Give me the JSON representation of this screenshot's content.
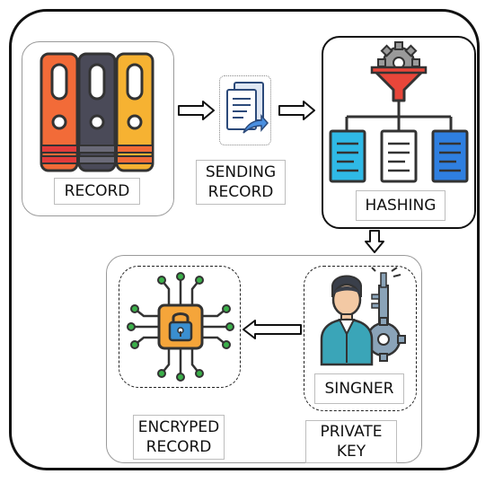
{
  "labels": {
    "record": "RECORD",
    "sending_record_line1": "SENDING",
    "sending_record_line2": "RECORD",
    "hashing": "HASHING",
    "singner": "SINGNER",
    "private_key_line1": "PRIVATE",
    "private_key_line2": "KEY",
    "encrypted_record_line1": "ENCRYPED",
    "encrypted_record_line2": "RECORD"
  },
  "icons": {
    "binders": "binders-icon",
    "document_send": "document-send-icon",
    "hashing_funnel": "hashing-funnel-icon",
    "signer_person_key": "person-key-icon",
    "chip_lock": "chip-lock-icon"
  },
  "colors": {
    "binder_orange": "#f26b38",
    "binder_dark": "#4a4a58",
    "binder_yellow": "#f6b232",
    "binder_red_band": "#e23b3b",
    "funnel_red": "#e8463a",
    "doc_cyan": "#2fb9e6",
    "doc_blue": "#2f7fe0",
    "chip_orange": "#f5a53a",
    "chip_trace": "#333333",
    "node_green": "#3bb04a",
    "person_teal": "#3aa5b8"
  }
}
